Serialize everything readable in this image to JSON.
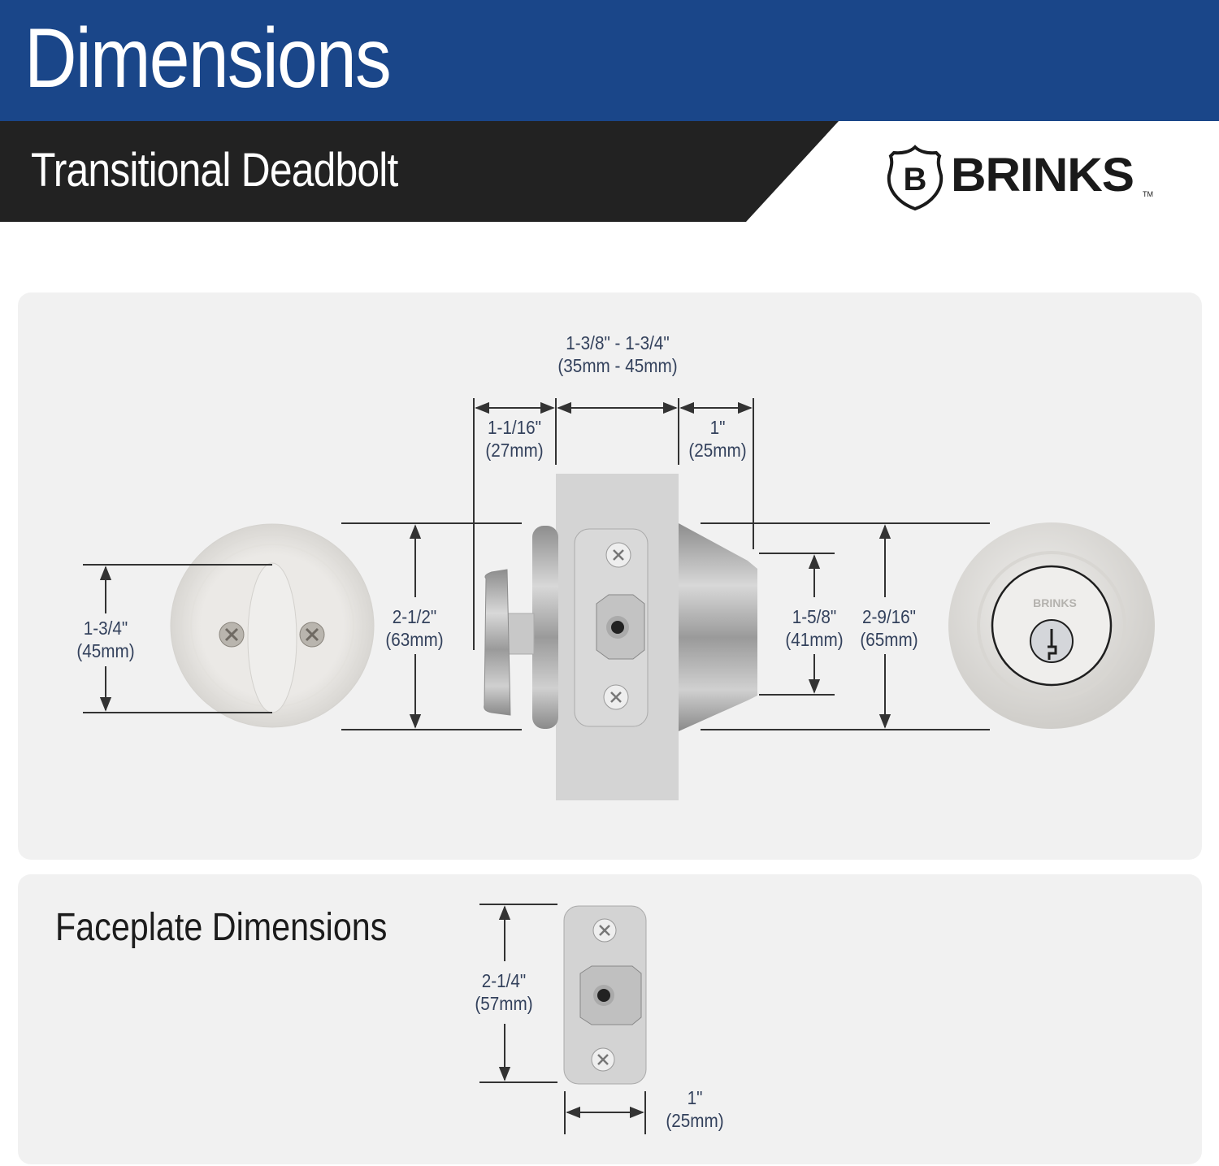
{
  "header": {
    "title": "Dimensions",
    "subtitle": "Transitional Deadbolt",
    "brand": {
      "name": "BRINKS",
      "mark": "TM",
      "badge_letter": "B"
    },
    "colors": {
      "title_bar": "#1a4689",
      "subtitle_bar": "#222222",
      "dimension_text": "#33415c",
      "panel_bg": "#f1f1f1"
    }
  },
  "main_diagram": {
    "thumbturn_side": {
      "thumbturn_height": {
        "imperial": "1-3/4\"",
        "metric": "(45mm)"
      },
      "rose_diameter": {
        "imperial": "2-1/2\"",
        "metric": "(63mm)"
      }
    },
    "side_view": {
      "door_thickness": {
        "imperial": "1-3/8\" - 1-3/4\"",
        "metric": "(35mm - 45mm)"
      },
      "interior_projection": {
        "imperial": "1-1/16\"",
        "metric": "(27mm)"
      },
      "exterior_projection": {
        "imperial": "1\"",
        "metric": "(25mm)"
      }
    },
    "keyed_side": {
      "cylinder_face": {
        "imperial": "1-5/8\"",
        "metric": "(41mm)"
      },
      "rose_diameter": {
        "imperial": "2-9/16\"",
        "metric": "(65mm)"
      },
      "cylinder_brand": "BRINKS"
    }
  },
  "faceplate": {
    "heading": "Faceplate Dimensions",
    "height": {
      "imperial": "2-1/4\"",
      "metric": "(57mm)"
    },
    "width": {
      "imperial": "1\"",
      "metric": "(25mm)"
    }
  }
}
